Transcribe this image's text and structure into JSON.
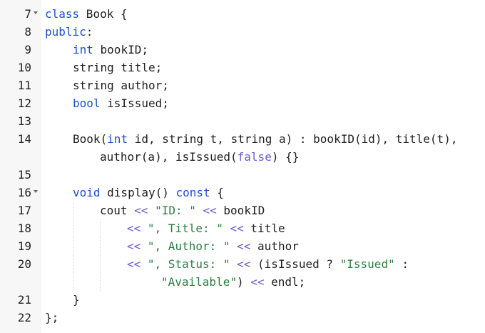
{
  "lines": [
    {
      "n": "7",
      "fold": true,
      "indent": 0,
      "tokens": [
        [
          "kw",
          "class"
        ],
        [
          "p",
          " Book {"
        ]
      ]
    },
    {
      "n": "8",
      "fold": false,
      "indent": 0,
      "tokens": [
        [
          "kw",
          "public"
        ],
        [
          "p",
          ":"
        ]
      ]
    },
    {
      "n": "9",
      "fold": false,
      "indent": 1,
      "tokens": [
        [
          "kw",
          "int"
        ],
        [
          "p",
          " bookID;"
        ]
      ]
    },
    {
      "n": "10",
      "fold": false,
      "indent": 1,
      "tokens": [
        [
          "p",
          "string title;"
        ]
      ]
    },
    {
      "n": "11",
      "fold": false,
      "indent": 1,
      "tokens": [
        [
          "p",
          "string author;"
        ]
      ]
    },
    {
      "n": "12",
      "fold": false,
      "indent": 1,
      "tokens": [
        [
          "kw",
          "bool"
        ],
        [
          "p",
          " isIssued;"
        ]
      ]
    },
    {
      "n": "13",
      "fold": false,
      "indent": 0,
      "tokens": []
    },
    {
      "n": "14",
      "fold": false,
      "indent": 1,
      "tokens": [
        [
          "p",
          "Book("
        ],
        [
          "kw",
          "int"
        ],
        [
          "p",
          " id, string t, string a) : bookID(id), title(t),"
        ]
      ]
    },
    {
      "n": "",
      "fold": false,
      "indent": 2,
      "tokens": [
        [
          "p",
          "author(a), isIssued("
        ],
        [
          "lit",
          "false"
        ],
        [
          "p",
          ") {}"
        ]
      ]
    },
    {
      "n": "15",
      "fold": false,
      "indent": 0,
      "tokens": []
    },
    {
      "n": "16",
      "fold": true,
      "indent": 1,
      "tokens": [
        [
          "kw",
          "void"
        ],
        [
          "p",
          " display() "
        ],
        [
          "kw",
          "const"
        ],
        [
          "p",
          " {"
        ]
      ]
    },
    {
      "n": "17",
      "fold": false,
      "indent": 2,
      "tokens": [
        [
          "p",
          "cout "
        ],
        [
          "op",
          "<<"
        ],
        [
          "p",
          " "
        ],
        [
          "str",
          "\"ID: \""
        ],
        [
          "p",
          " "
        ],
        [
          "op",
          "<<"
        ],
        [
          "p",
          " bookID"
        ]
      ]
    },
    {
      "n": "18",
      "fold": false,
      "indent": 3,
      "tokens": [
        [
          "op",
          "<<"
        ],
        [
          "p",
          " "
        ],
        [
          "str",
          "\", Title: \""
        ],
        [
          "p",
          " "
        ],
        [
          "op",
          "<<"
        ],
        [
          "p",
          " title"
        ]
      ]
    },
    {
      "n": "19",
      "fold": false,
      "indent": 3,
      "tokens": [
        [
          "op",
          "<<"
        ],
        [
          "p",
          " "
        ],
        [
          "str",
          "\", Author: \""
        ],
        [
          "p",
          " "
        ],
        [
          "op",
          "<<"
        ],
        [
          "p",
          " author"
        ]
      ]
    },
    {
      "n": "20",
      "fold": false,
      "indent": 3,
      "tokens": [
        [
          "op",
          "<<"
        ],
        [
          "p",
          " "
        ],
        [
          "str",
          "\", Status: \""
        ],
        [
          "p",
          " "
        ],
        [
          "op",
          "<<"
        ],
        [
          "p",
          " (isIssued ? "
        ],
        [
          "str",
          "\"Issued\""
        ],
        [
          "p",
          " :"
        ]
      ]
    },
    {
      "n": "",
      "fold": false,
      "indent": 4,
      "tokens": [
        [
          "str",
          "\"Available\""
        ],
        [
          "p",
          ") "
        ],
        [
          "op",
          "<<"
        ],
        [
          "p",
          " endl;"
        ]
      ]
    },
    {
      "n": "21",
      "fold": false,
      "indent": 1,
      "tokens": [
        [
          "p",
          "}"
        ]
      ]
    },
    {
      "n": "22",
      "fold": false,
      "indent": 0,
      "tokens": [
        [
          "p",
          "};"
        ]
      ]
    }
  ],
  "colors": {
    "keyword": "#1a4fd6",
    "string": "#2a7f3f",
    "operator": "#6b5bd6",
    "text": "#1f1f1f",
    "gutter": "#f7f7f7"
  }
}
